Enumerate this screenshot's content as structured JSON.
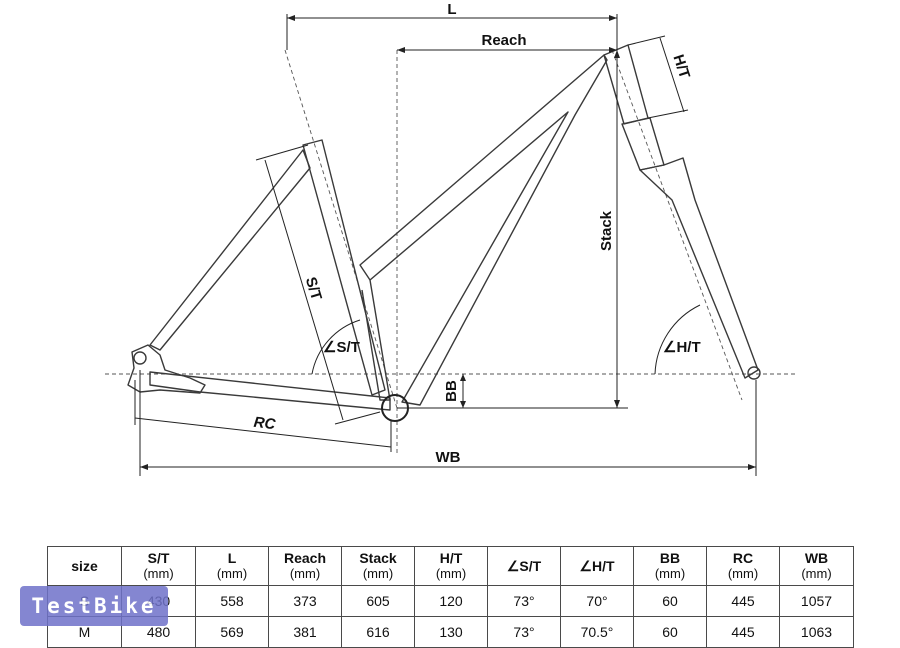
{
  "labels": {
    "l": "L",
    "reach": "Reach",
    "ht": "H/T",
    "stack": "Stack",
    "st": "S/T",
    "st_angle": "∠S/T",
    "ht_angle": "∠H/T",
    "bb": "BB",
    "rc": "RC",
    "wb": "WB"
  },
  "table": {
    "headers": [
      {
        "main": "size",
        "unit": ""
      },
      {
        "main": "S/T",
        "unit": "(mm)"
      },
      {
        "main": "L",
        "unit": "(mm)"
      },
      {
        "main": "Reach",
        "unit": "(mm)"
      },
      {
        "main": "Stack",
        "unit": "(mm)"
      },
      {
        "main": "H/T",
        "unit": "(mm)"
      },
      {
        "main": "∠S/T",
        "unit": ""
      },
      {
        "main": "∠H/T",
        "unit": ""
      },
      {
        "main": "BB",
        "unit": "(mm)"
      },
      {
        "main": "RC",
        "unit": "(mm)"
      },
      {
        "main": "WB",
        "unit": "(mm)"
      }
    ],
    "rows": [
      [
        "S",
        "430",
        "558",
        "373",
        "605",
        "120",
        "73°",
        "70°",
        "60",
        "445",
        "1057"
      ],
      [
        "M",
        "480",
        "569",
        "381",
        "616",
        "130",
        "73°",
        "70.5°",
        "60",
        "445",
        "1063"
      ]
    ]
  },
  "watermark": "TestBike"
}
